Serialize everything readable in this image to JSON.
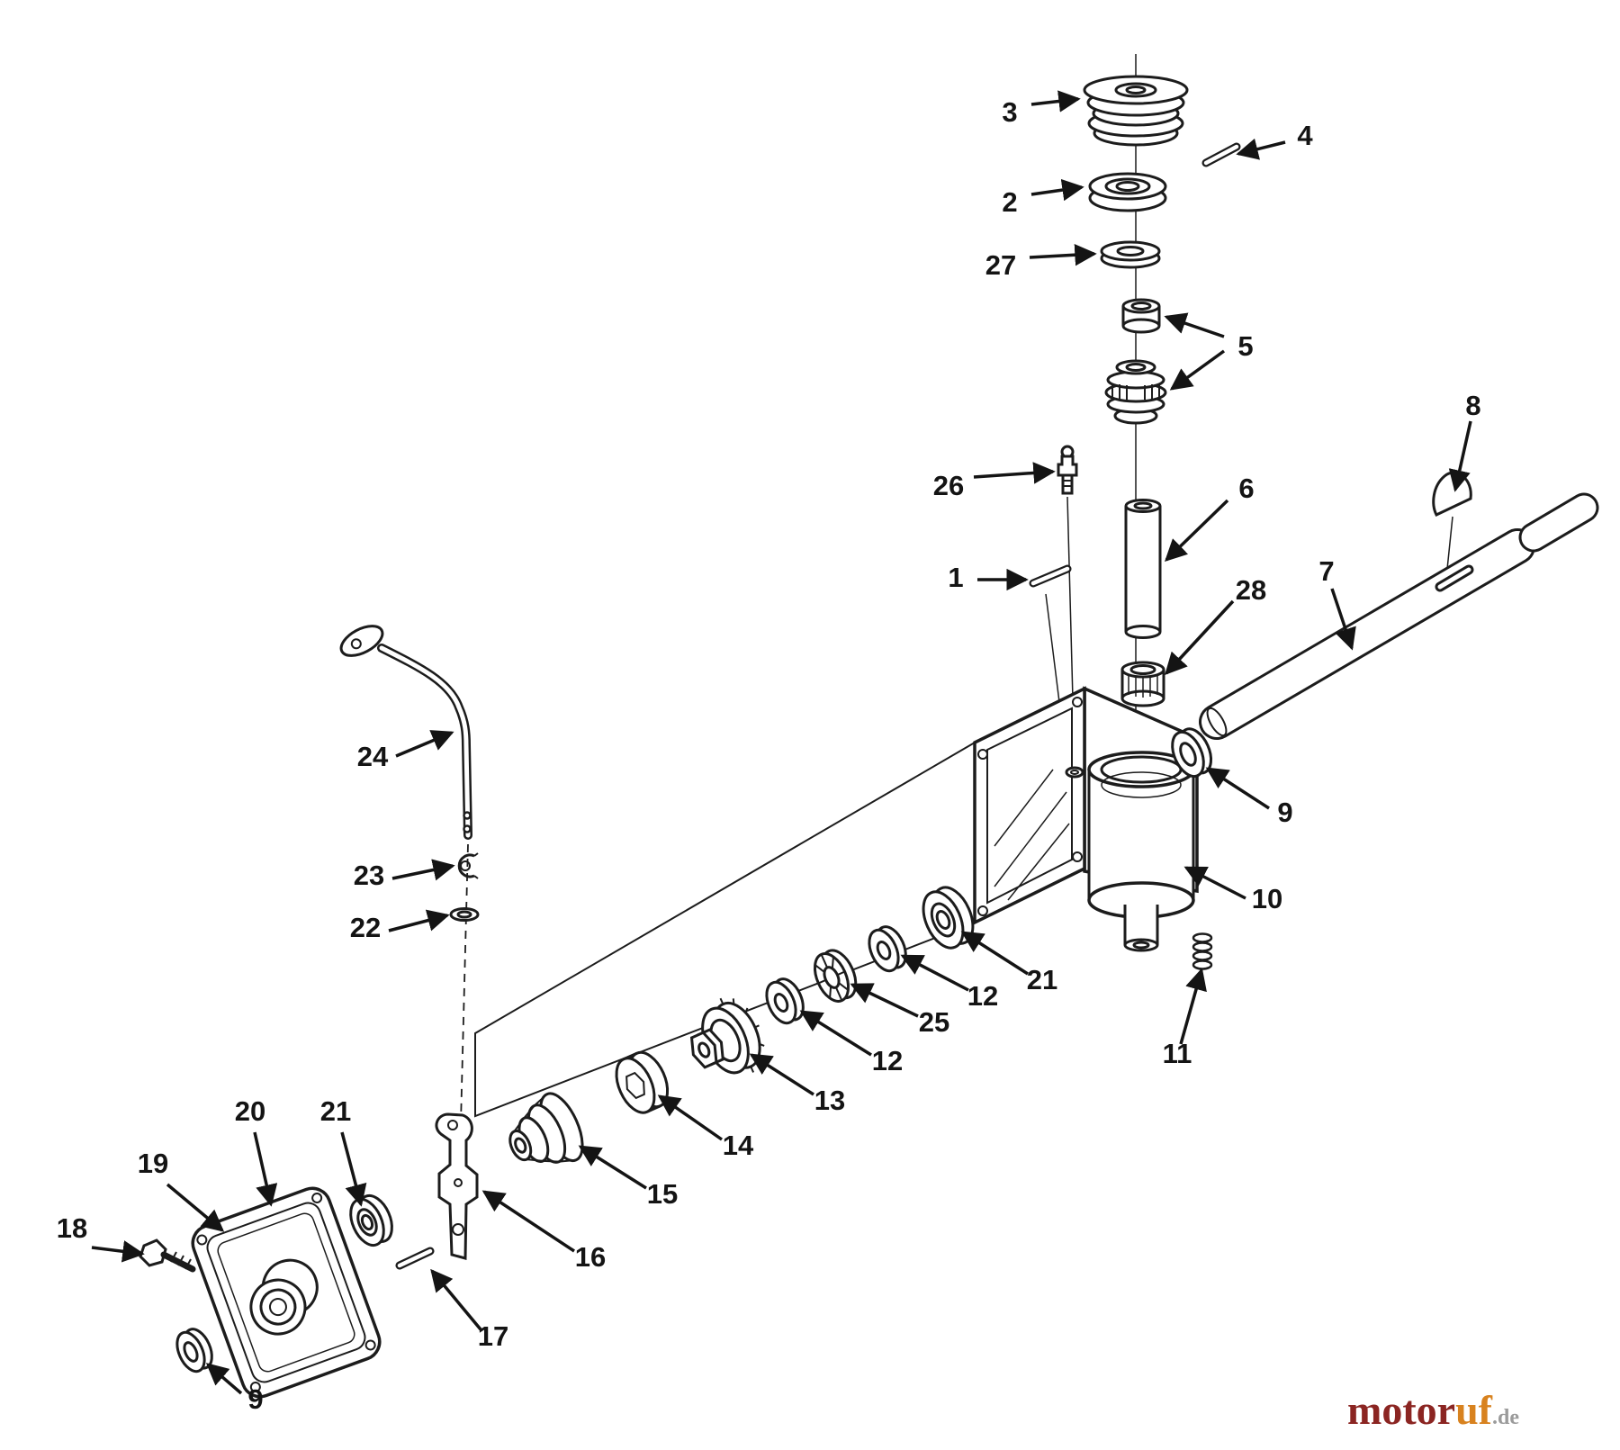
{
  "diagram": {
    "background": "#ffffff",
    "line_color": "#1c1c1c"
  },
  "parts": {
    "1": "1",
    "2": "2",
    "3": "3",
    "4": "4",
    "5": "5",
    "6": "6",
    "7": "7",
    "8": "8",
    "9": "9",
    "10": "10",
    "11": "11",
    "12": "12",
    "13": "13",
    "14": "14",
    "15": "15",
    "16": "16",
    "17": "17",
    "18": "18",
    "19": "19",
    "20": "20",
    "21": "21",
    "22": "22",
    "23": "23",
    "24": "24",
    "25": "25",
    "26": "26",
    "27": "27",
    "28": "28"
  },
  "watermark": {
    "brand_primary": "motor",
    "brand_secondary": "uf",
    "suffix": ".de",
    "brand_primary_color": "#8b2522",
    "brand_secondary_color": "#d8821f",
    "suffix_color": "#9b9b9b"
  }
}
